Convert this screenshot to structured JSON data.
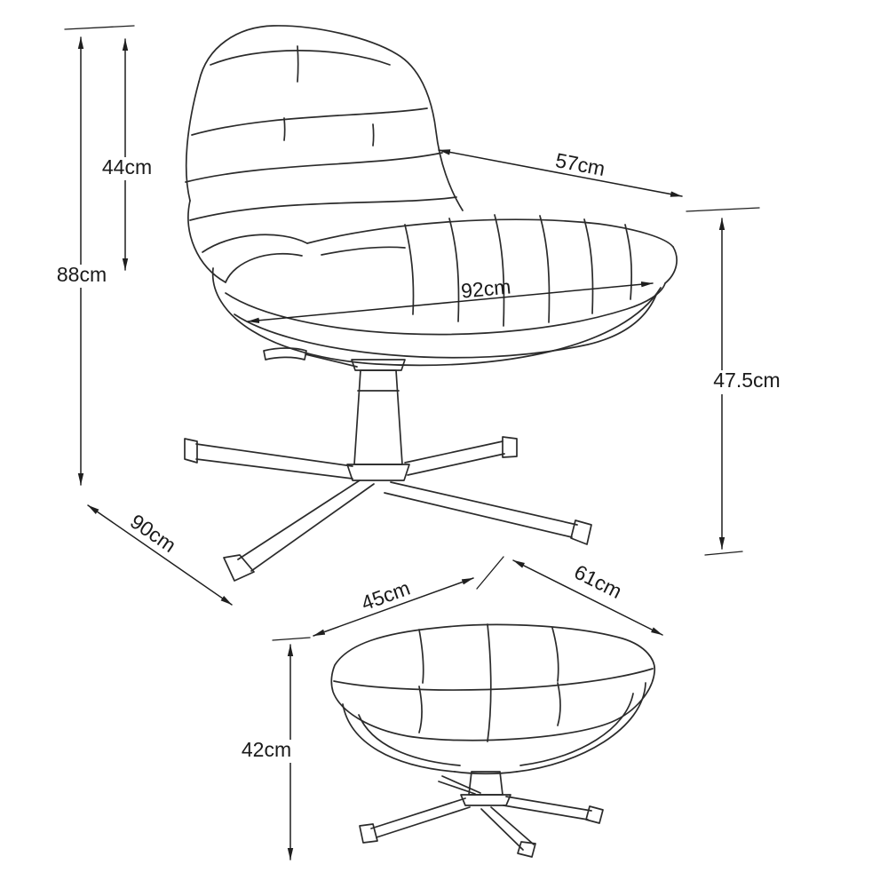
{
  "colors": {
    "background": "#ffffff",
    "drawing_line": "#2b2b2b",
    "dimension_line": "#1f1f1f",
    "label_text": "#1a1a1a"
  },
  "dimensions": {
    "chair": {
      "back_height": "44cm",
      "overall_height": "88cm",
      "backrest_depth": "57cm",
      "seat_width": "92cm",
      "seat_height": "47.5cm",
      "base_width": "90cm"
    },
    "footstool": {
      "top_width": "45cm",
      "top_depth": "61cm",
      "height": "42cm"
    }
  }
}
